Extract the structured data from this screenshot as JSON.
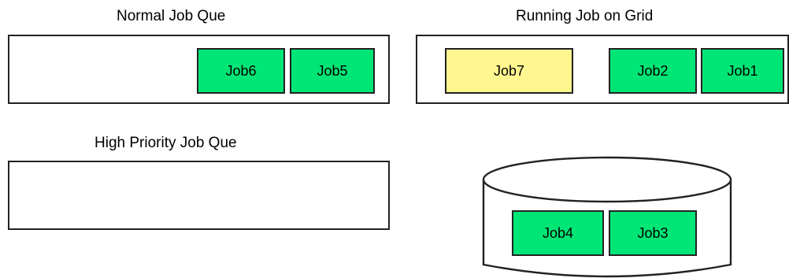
{
  "queues": {
    "normal": {
      "title": "Normal Job Que",
      "jobs": [
        "Job6",
        "Job5"
      ],
      "job_color": "#00e676"
    },
    "running": {
      "title": "Running Job on Grid",
      "jobs": [
        "Job7",
        "Job2",
        "Job1"
      ],
      "highlight_job": "Job7",
      "highlight_color": "#fff68f",
      "job_color": "#00e676"
    },
    "high_priority": {
      "title": "High Priority Job Que",
      "jobs": []
    },
    "storage": {
      "jobs": [
        "Job4",
        "Job3"
      ],
      "job_color": "#00e676"
    }
  }
}
